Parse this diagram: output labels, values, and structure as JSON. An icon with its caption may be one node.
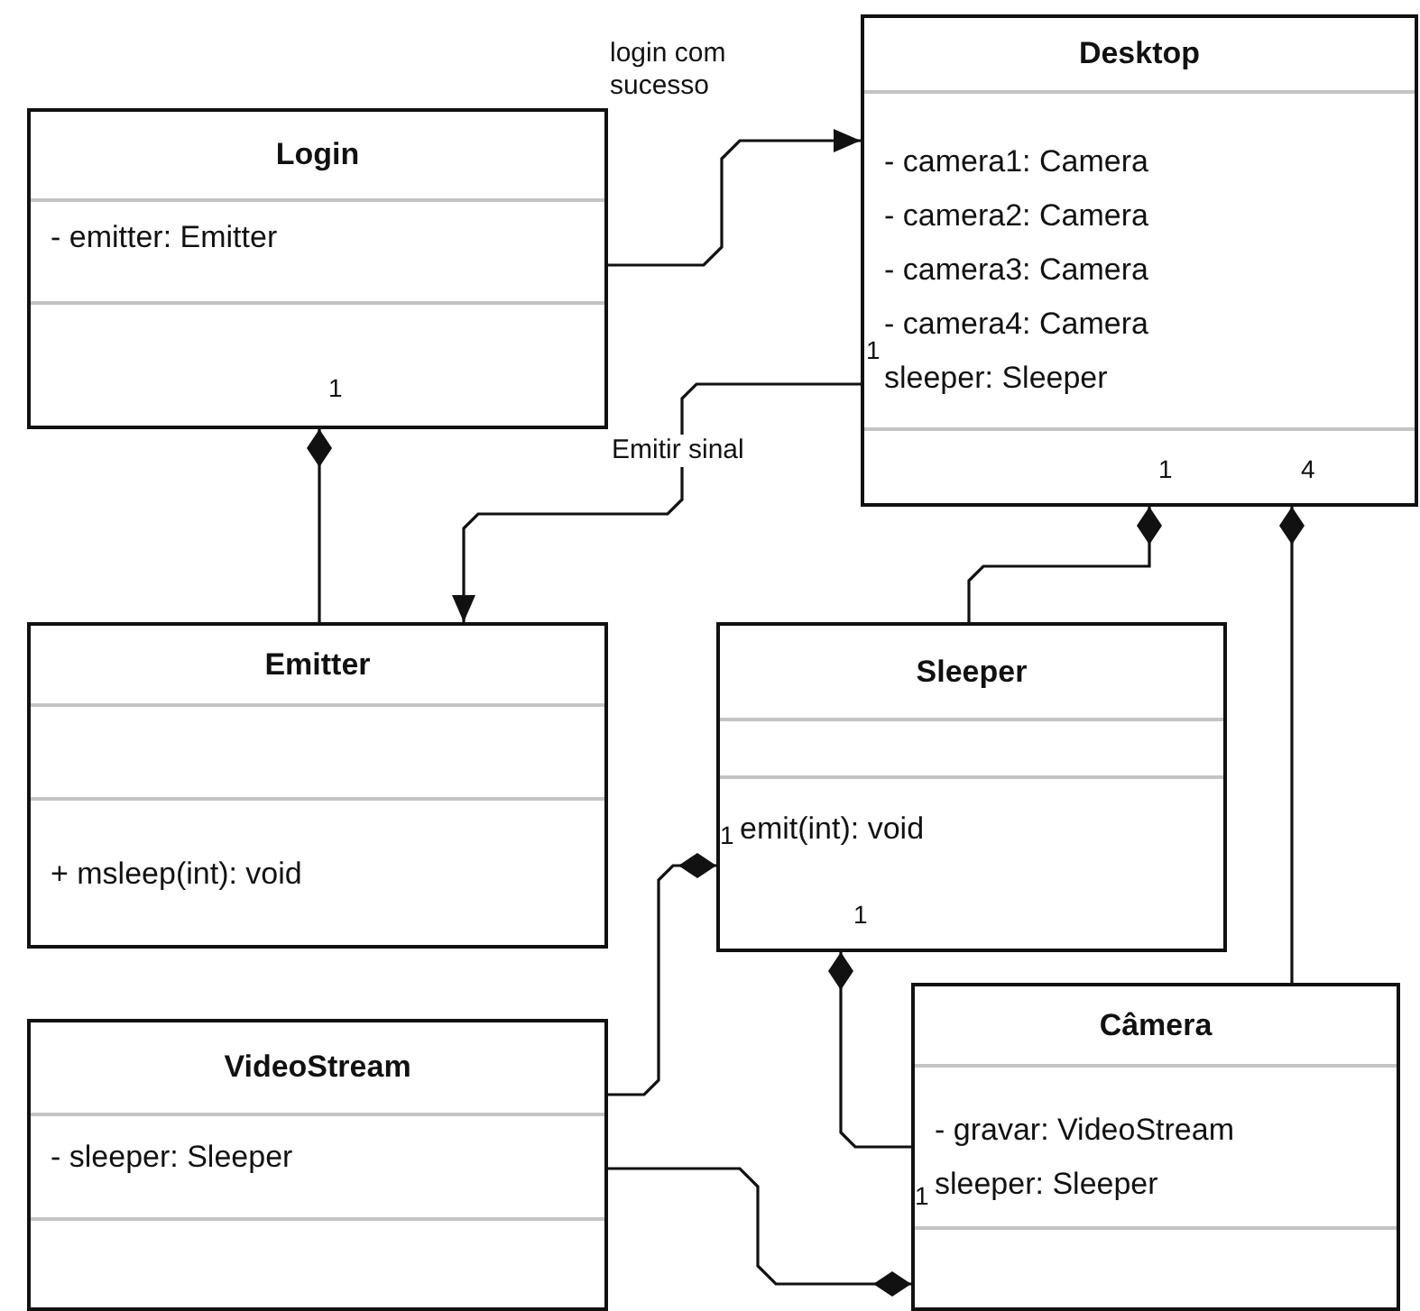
{
  "diagram": {
    "nodes": [
      {
        "text": [
          "Login",
          "- emitter: Emitter"
        ]
      },
      {
        "text": [
          "Desktop",
          "- camera1: Camera",
          "- camera2: Camera",
          "- camera3: Camera",
          "- camera4: Camera",
          "sleeper: Sleeper"
        ]
      },
      {
        "text": [
          "Emitter",
          "+ msleep(int): void"
        ]
      },
      {
        "text": [
          "Sleeper",
          "emit(int): void"
        ]
      },
      {
        "text": [
          "VideoStream",
          "- sleeper: Sleeper"
        ]
      },
      {
        "text": [
          "Câmera",
          "- gravar: VideoStream",
          "sleeper: Sleeper"
        ]
      }
    ],
    "edges": [
      {
        "from": 0,
        "to": 1,
        "arrow": "to",
        "label": "login com sucesso"
      },
      {
        "from": 1,
        "to": 2,
        "arrow": "to",
        "label": "Emitir sinal"
      },
      {
        "from": 2,
        "to": 0,
        "arrow": "other"
      },
      {
        "from": 3,
        "to": 1,
        "arrow": "other"
      },
      {
        "from": 5,
        "to": 1,
        "arrow": "other"
      },
      {
        "from": 4,
        "to": 3,
        "arrow": "other"
      },
      {
        "from": 5,
        "to": 3,
        "arrow": "other"
      },
      {
        "from": 4,
        "to": 5,
        "arrow": "other"
      }
    ],
    "labels": [
      "1",
      "1",
      "1",
      "4",
      "1",
      "1",
      "1"
    ]
  }
}
